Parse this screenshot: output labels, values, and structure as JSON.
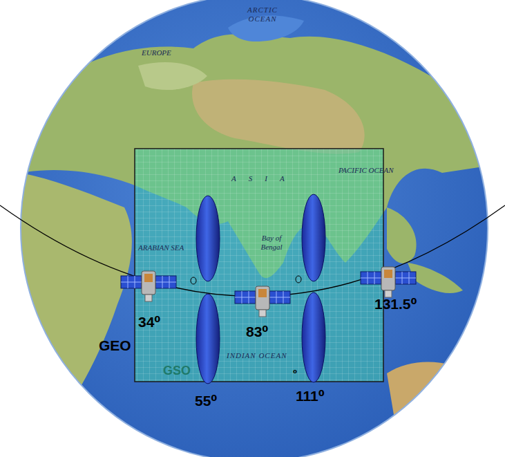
{
  "diagram": {
    "labels": [
      "ARCTIC OCEAN",
      "EUROPE",
      "PACIFIC OCEAN",
      "ASIA",
      "ARABIAN SEA",
      "Bay of Bengal",
      "INDIAN OCEAN",
      "34⁰",
      "GEO",
      "83⁰",
      "⁰",
      "131.5⁰",
      "55⁰",
      "111⁰",
      "GSO"
    ]
  }
}
